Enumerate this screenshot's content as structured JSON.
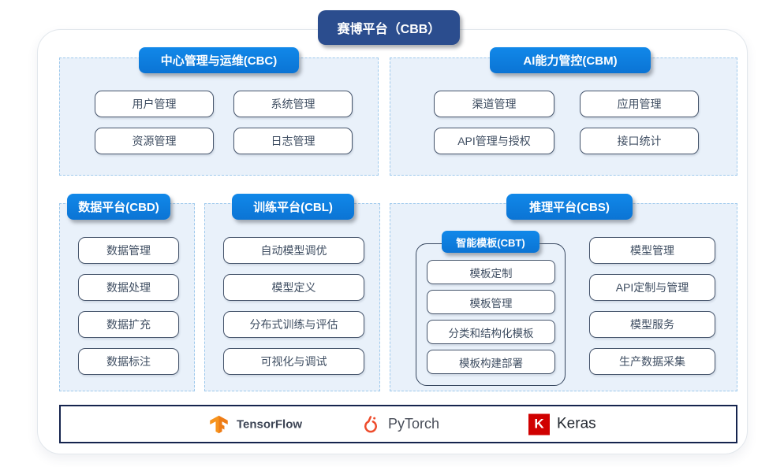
{
  "title": "赛博平台（CBB）",
  "colors": {
    "accent_blue": "#0e80e2",
    "title_navy": "#2b4d8e",
    "panel_bg": "#e9f1fa",
    "panel_dash_border": "#9ec9ec",
    "item_border": "#45546b",
    "footer_border_navy": "#15244e",
    "tensorflow_orange": "#f7941e",
    "pytorch_orange": "#ee4c2c",
    "keras_red": "#d00000"
  },
  "sections": {
    "cbc": {
      "label": "中心管理与运维(CBC)",
      "items": [
        "用户管理",
        "系统管理",
        "资源管理",
        "日志管理"
      ]
    },
    "cbm": {
      "label": "AI能力管控(CBM)",
      "items": [
        "渠道管理",
        "应用管理",
        "API管理与授权",
        "接口统计"
      ]
    },
    "cbd": {
      "label": "数据平台(CBD)",
      "items": [
        "数据管理",
        "数据处理",
        "数据扩充",
        "数据标注"
      ]
    },
    "cbl": {
      "label": "训练平台(CBL)",
      "items": [
        "自动模型调优",
        "模型定义",
        "分布式训练与评估",
        "可视化与调试"
      ]
    },
    "cbs": {
      "label": "推理平台(CBS)",
      "cbt": {
        "label": "智能模板(CBT)",
        "items": [
          "模板定制",
          "模板管理",
          "分类和结构化模板",
          "模板构建部署"
        ]
      },
      "items": [
        "模型管理",
        "API定制与管理",
        "模型服务",
        "生产数据采集"
      ]
    }
  },
  "frameworks": [
    {
      "name": "TensorFlow"
    },
    {
      "name": "PyTorch"
    },
    {
      "name": "Keras"
    }
  ]
}
